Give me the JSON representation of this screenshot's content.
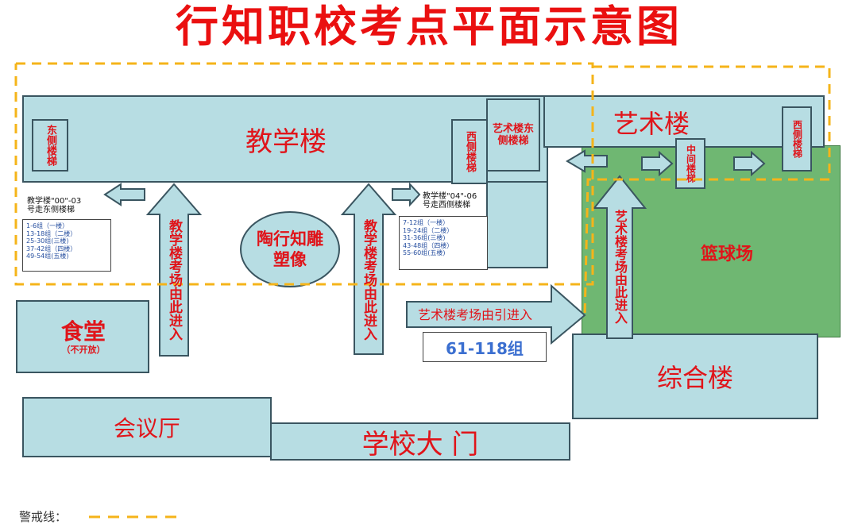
{
  "title": "行知职校考点平面示意图",
  "buildings": {
    "teaching": "教学楼",
    "east_stairs": "东侧楼梯",
    "west_stairs": "西侧楼梯",
    "art_east_stairs": "艺术楼东侧楼梯",
    "art": "艺术楼",
    "art_middle_stairs": "中间楼梯",
    "art_west_stairs": "西侧楼梯",
    "basketball": "篮球场",
    "statue": "陶行知雕塑像",
    "canteen": "食堂",
    "canteen_note": "（不开放）",
    "complex": "综合楼",
    "meeting": "会议厅",
    "gate": "学校大 门"
  },
  "entrances": {
    "teaching_left": "教学楼考场由此进入",
    "teaching_right": "教学楼考场由此进入",
    "art_horizontal": "艺术楼考场由引进入",
    "art_vertical": "艺术楼考场由此进入",
    "art_groups": "61-118组"
  },
  "east_info": {
    "heading_line1": "教学楼\"00\"-03",
    "heading_line2": "号走东侧楼梯",
    "rows": [
      "1-6组（一楼）",
      "13-18组（二楼）",
      "25-30组(三楼)",
      "37-42组（四楼）",
      "49-54组(五楼)"
    ]
  },
  "west_info": {
    "heading_line1": "教学楼\"04\"-06",
    "heading_line2": "号走西侧楼梯",
    "rows": [
      "7-12组（一楼）",
      "19-24组（二楼）",
      "31-36组(三楼)",
      "43-48组（四楼）",
      "55-60组(五楼)"
    ]
  },
  "legend": {
    "label": "警戒线："
  },
  "colors": {
    "building_fill": "#b7dde3",
    "court_fill": "#6fb772",
    "title_red": "#ea1010",
    "cordon_yellow": "#f5b41a",
    "group_blue": "#3b6fd0"
  }
}
